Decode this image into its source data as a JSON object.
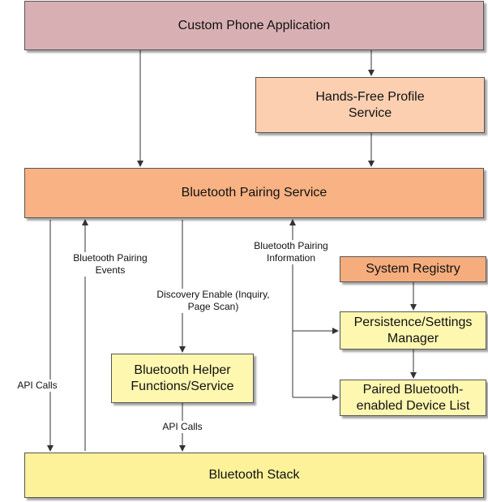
{
  "diagram": {
    "nodes": {
      "custom_phone_app": {
        "label": "Custom Phone Application",
        "color": "#d8b0b4"
      },
      "hands_free": {
        "label": "Hands-Free Profile\nService",
        "color": "#fbcfb0"
      },
      "pairing_service": {
        "label": "Bluetooth Pairing Service",
        "color": "#f9b283"
      },
      "system_registry": {
        "label": "System Registry",
        "color": "#f6ad7d"
      },
      "persistence": {
        "label": "Persistence/Settings\nManager",
        "color": "#fdf7b0"
      },
      "helper": {
        "label": "Bluetooth Helper\nFunctions/Service",
        "color": "#fdf7b0"
      },
      "paired_list": {
        "label": "Paired Bluetooth-\nenabled Device List",
        "color": "#fdf7b0"
      },
      "stack": {
        "label": "Bluetooth Stack",
        "color": "#fdf29a"
      }
    },
    "labels": {
      "pairing_events": "Bluetooth Pairing\nEvents",
      "pairing_info": "Bluetooth Pairing\nInformation",
      "discovery": "Discovery Enable (Inquiry,\nPage Scan)",
      "api_calls_left": "API Calls",
      "api_calls_helper": "API Calls"
    }
  }
}
